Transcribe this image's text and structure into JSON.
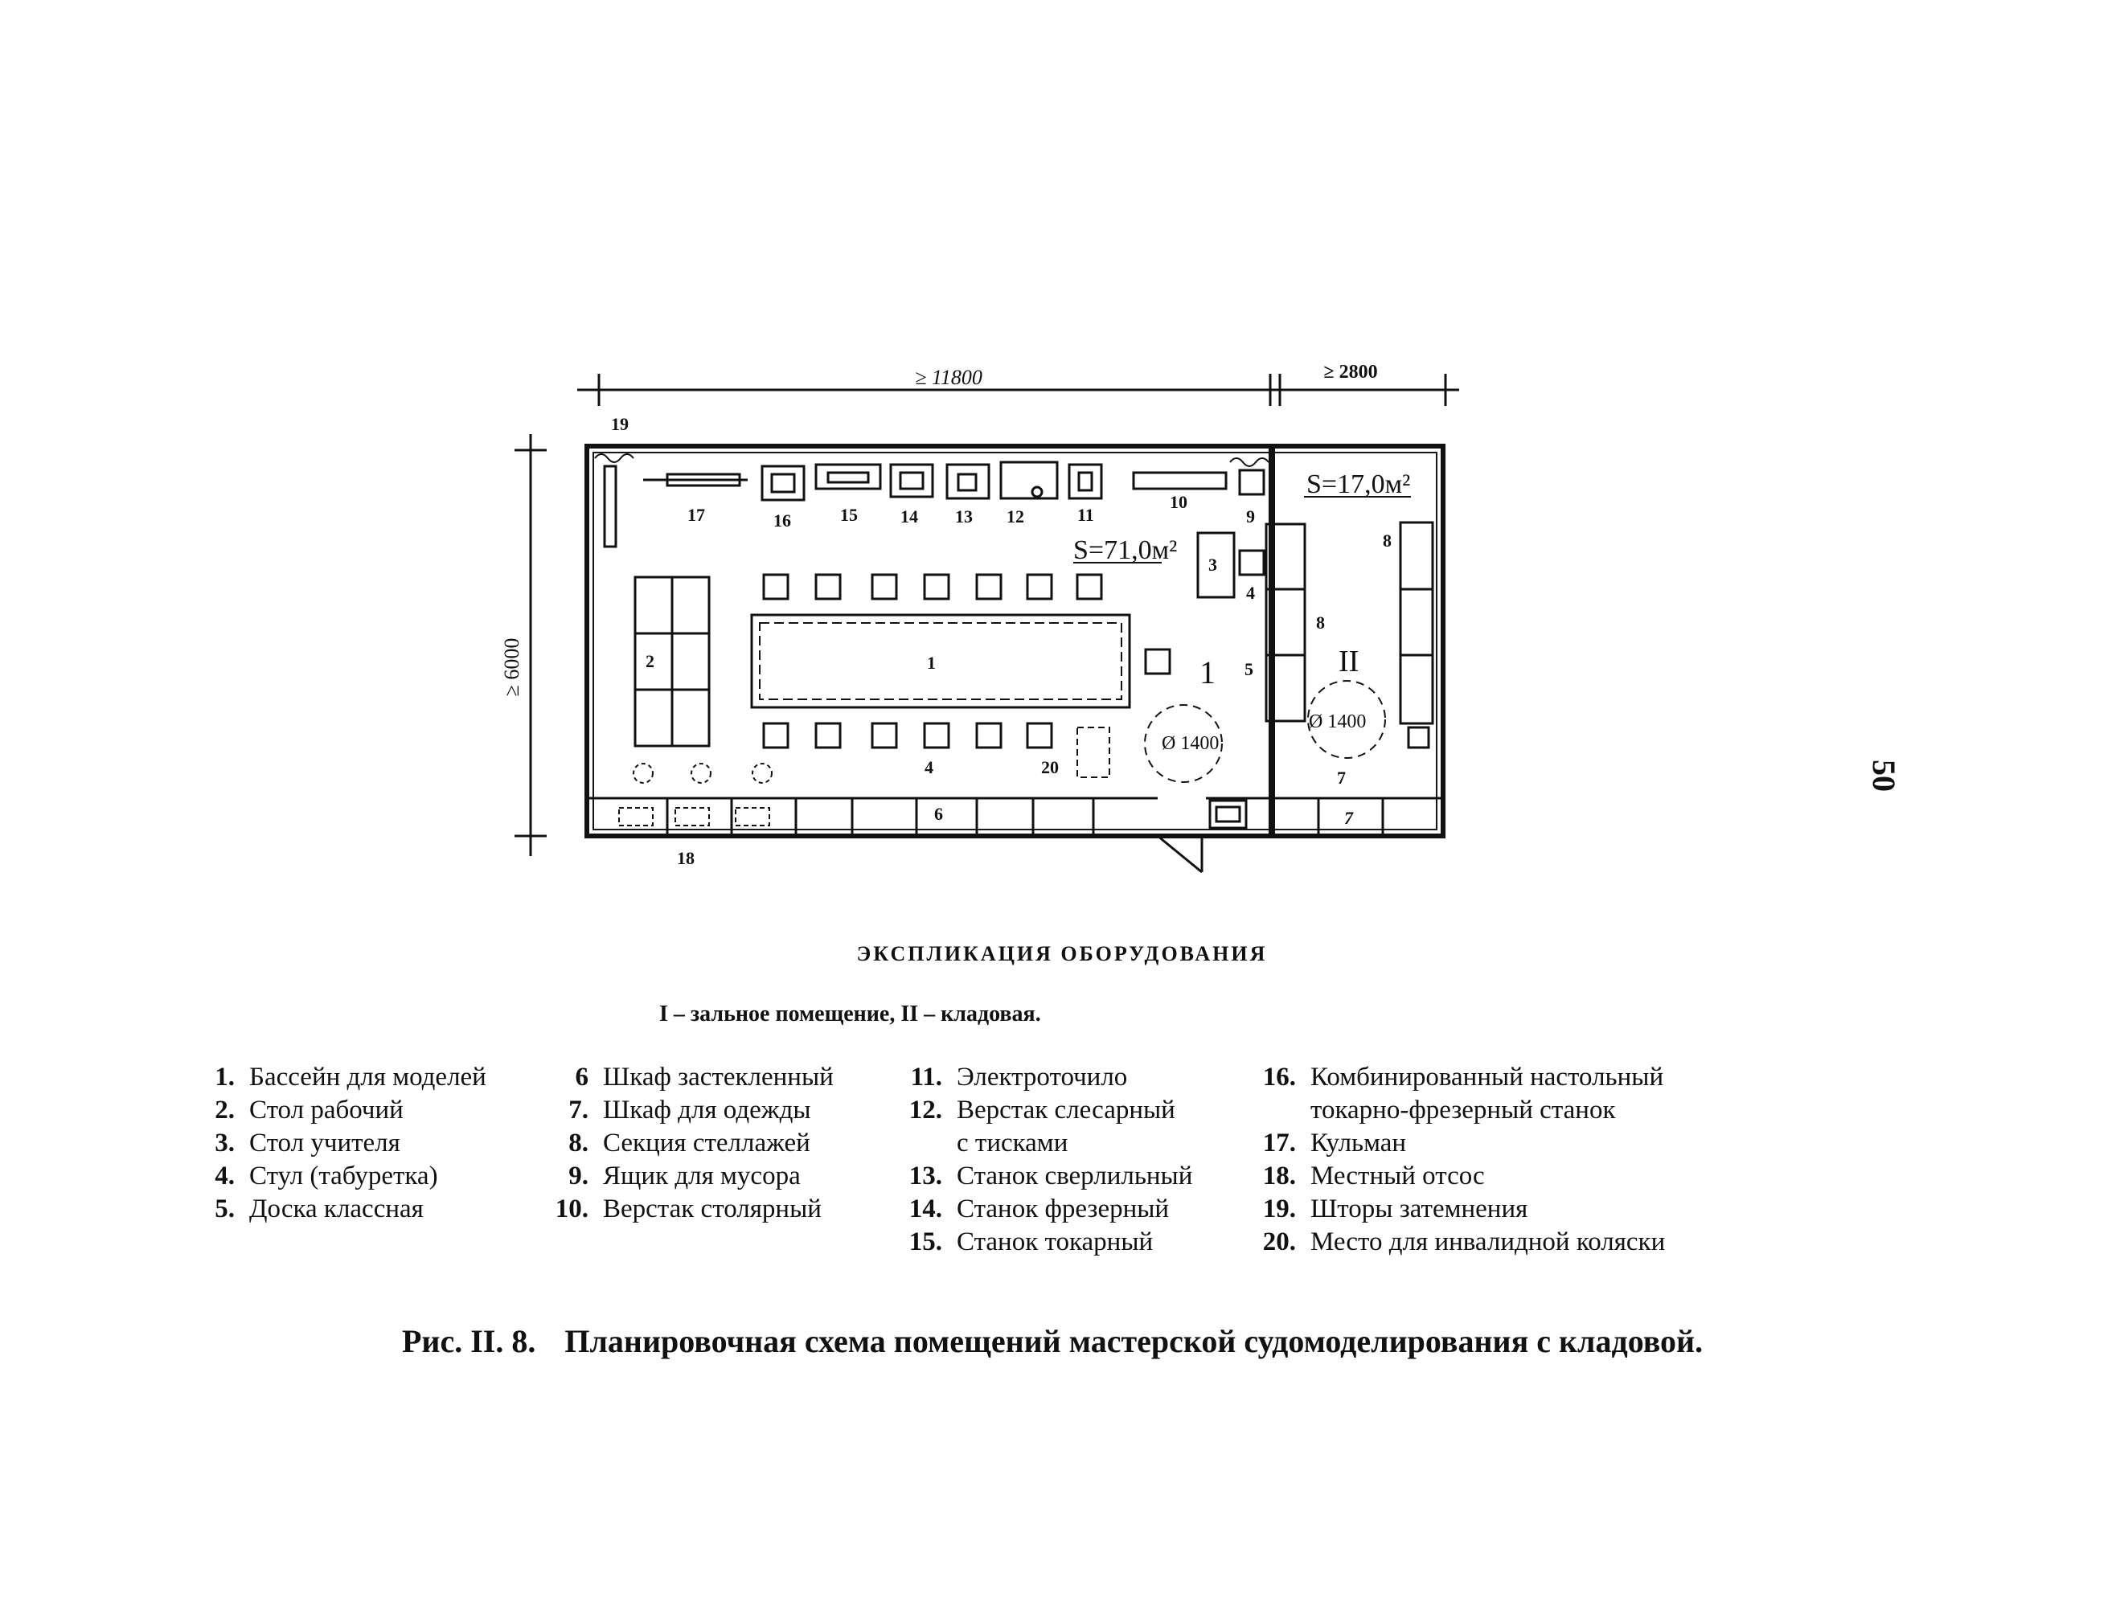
{
  "plan": {
    "dim_width_main": "≥ 11800",
    "dim_width_store": "≥ 2800",
    "dim_height": "≥ 6000",
    "area_main": "S=71,0м²",
    "area_store": "S=17,0м²",
    "room_main": "1",
    "room_store": "II",
    "circle_main": "Ø 1400",
    "circle_store": "Ø 1400",
    "labels": {
      "l1": "1",
      "l2": "2",
      "l3": "3",
      "l4": "4",
      "l5": "5",
      "l6": "6",
      "l7": "7",
      "l8a": "8",
      "l8b": "8",
      "l9": "9",
      "l10": "10",
      "l11": "11",
      "l12": "12",
      "l13": "13",
      "l14": "14",
      "l15": "15",
      "l16": "16",
      "l17": "17",
      "l18": "18",
      "l19": "19",
      "l20": "20",
      "l4b": "4",
      "l7b": "7"
    }
  },
  "page_number": "50",
  "explication": {
    "title": "ЭКСПЛИКАЦИЯ ОБОРУДОВАНИЯ",
    "subtitle": "I – зальное помещение,   II – кладовая.",
    "col1": [
      {
        "num": "1.",
        "text": "Бассейн для моделей"
      },
      {
        "num": "2.",
        "text": "Стол рабочий"
      },
      {
        "num": "3.",
        "text": "Стол учителя"
      },
      {
        "num": "4.",
        "text": "Стул (табуретка)"
      },
      {
        "num": "5.",
        "text": "Доска классная"
      }
    ],
    "col2": [
      {
        "num": "6",
        "text": "Шкаф застекленный"
      },
      {
        "num": "7.",
        "text": "Шкаф для одежды"
      },
      {
        "num": "8.",
        "text": "Секция стеллажей"
      },
      {
        "num": "9.",
        "text": "Ящик для мусора"
      },
      {
        "num": "10.",
        "text": "Верстак столярный"
      }
    ],
    "col3": [
      {
        "num": "11.",
        "text": "Электроточило"
      },
      {
        "num": "12.",
        "text": "Верстак слесарный"
      },
      {
        "num": "",
        "text": "с тисками"
      },
      {
        "num": "13.",
        "text": "Станок сверлильный"
      },
      {
        "num": "14.",
        "text": "Станок фрезерный"
      },
      {
        "num": "15.",
        "text": "Станок токарный"
      }
    ],
    "col4": [
      {
        "num": "16.",
        "text": "Комбинированный настольный"
      },
      {
        "num": "",
        "text": " токарно-фрезерный станок"
      },
      {
        "num": "17.",
        "text": "Кульман"
      },
      {
        "num": "18.",
        "text": "Местный отсос"
      },
      {
        "num": "19.",
        "text": "Шторы затемнения"
      },
      {
        "num": "20.",
        "text": "Место для инвалидной коляски"
      }
    ]
  },
  "caption": {
    "number": "Рис. II. 8.",
    "text": "Планировочная схема помещений мастерской судомоделирования с кладовой."
  }
}
